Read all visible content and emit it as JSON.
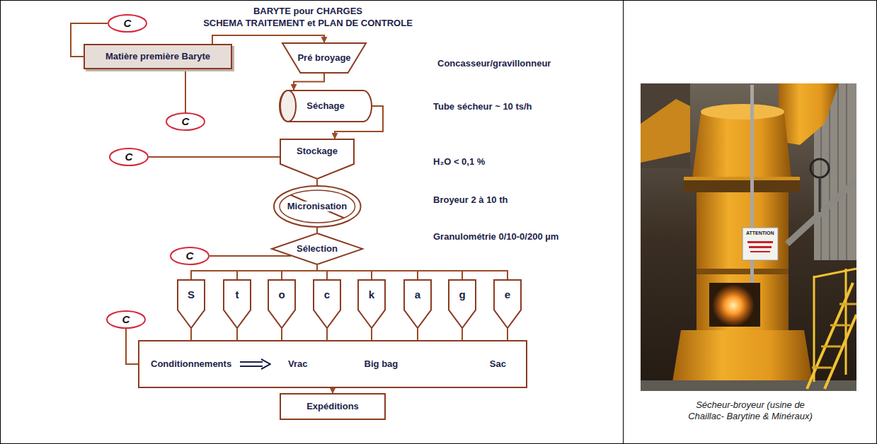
{
  "diagram": {
    "title": "BARYTE pour CHARGES",
    "caption": "Sécheur-broyeur (usine de Chaillac- Barytine & Minéraux)",
    "nodes": [
      {
        "text": [
          "C"
        ]
      },
      {
        "text": [
          "Matière première Baryte"
        ]
      },
      {
        "text": [
          "Pré broyage"
        ]
      },
      {
        "text": [
          "Séchage"
        ]
      },
      {
        "text": [
          "C"
        ]
      },
      {
        "text": [
          "C"
        ]
      },
      {
        "text": [
          "Stockage"
        ]
      },
      {
        "text": [
          "Micronisation"
        ]
      },
      {
        "text": [
          "Sélection"
        ]
      },
      {
        "text": [
          "C"
        ]
      },
      {
        "text": [
          "S"
        ]
      },
      {
        "text": [
          "t"
        ]
      },
      {
        "text": [
          "o"
        ]
      },
      {
        "text": [
          "c"
        ]
      },
      {
        "text": [
          "k"
        ]
      },
      {
        "text": [
          "a"
        ]
      },
      {
        "text": [
          "g"
        ]
      },
      {
        "text": [
          "e"
        ]
      },
      {
        "text": [
          "C"
        ]
      },
      {
        "text": [
          "Conditionnements",
          "Vrac",
          "Big bag",
          "Sac"
        ]
      },
      {
        "text": [
          "Expéditions"
        ]
      }
    ],
    "edges": [
      {
        "from": 0,
        "to": 1,
        "arrow": "none"
      },
      {
        "from": 1,
        "to": 2,
        "arrow": "to"
      },
      {
        "from": 1,
        "to": 4,
        "arrow": "none"
      },
      {
        "from": 2,
        "to": 3,
        "arrow": "to"
      },
      {
        "from": 3,
        "to": 6,
        "arrow": "to"
      },
      {
        "from": 5,
        "to": 6,
        "arrow": "none"
      },
      {
        "from": 6,
        "to": 7,
        "arrow": "none"
      },
      {
        "from": 7,
        "to": 8,
        "arrow": "none"
      },
      {
        "from": 9,
        "to": 8,
        "arrow": "none"
      },
      {
        "from": 8,
        "to": 10,
        "arrow": "none"
      },
      {
        "from": 8,
        "to": 11,
        "arrow": "none"
      },
      {
        "from": 8,
        "to": 12,
        "arrow": "none"
      },
      {
        "from": 8,
        "to": 13,
        "arrow": "none"
      },
      {
        "from": 8,
        "to": 14,
        "arrow": "none"
      },
      {
        "from": 8,
        "to": 15,
        "arrow": "none"
      },
      {
        "from": 8,
        "to": 16,
        "arrow": "none"
      },
      {
        "from": 8,
        "to": 17,
        "arrow": "none"
      },
      {
        "from": 10,
        "to": 19,
        "arrow": "none"
      },
      {
        "from": 11,
        "to": 19,
        "arrow": "none"
      },
      {
        "from": 12,
        "to": 19,
        "arrow": "none"
      },
      {
        "from": 13,
        "to": 19,
        "arrow": "none"
      },
      {
        "from": 14,
        "to": 19,
        "arrow": "none"
      },
      {
        "from": 15,
        "to": 19,
        "arrow": "none"
      },
      {
        "from": 16,
        "to": 19,
        "arrow": "none"
      },
      {
        "from": 17,
        "to": 19,
        "arrow": "none"
      },
      {
        "from": 18,
        "to": 19,
        "arrow": "none"
      },
      {
        "from": 19,
        "to": 20,
        "arrow": "to"
      }
    ],
    "labels": [
      "SCHEMA TRAITEMENT et PLAN DE CONTROLE",
      "Concasseur/gravillonneur",
      "Tube sécheur ~ 10 ts/h",
      "H₂O < 0,1 %",
      "Broyeur 2 à 10 th",
      "Granulométrie 0/10-0/200 µm",
      "ATTENTION"
    ]
  }
}
